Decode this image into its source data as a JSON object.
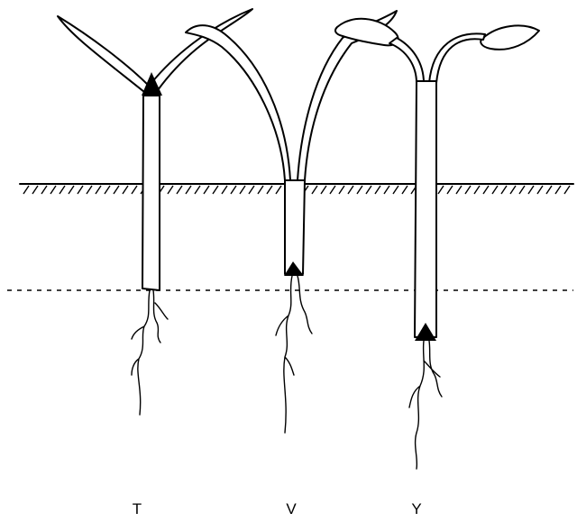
{
  "labels": {
    "plant_t": "T",
    "plant_v": "V",
    "plant_y": "Y"
  },
  "colors": {
    "ink": "#000000",
    "background": "#ffffff"
  }
}
